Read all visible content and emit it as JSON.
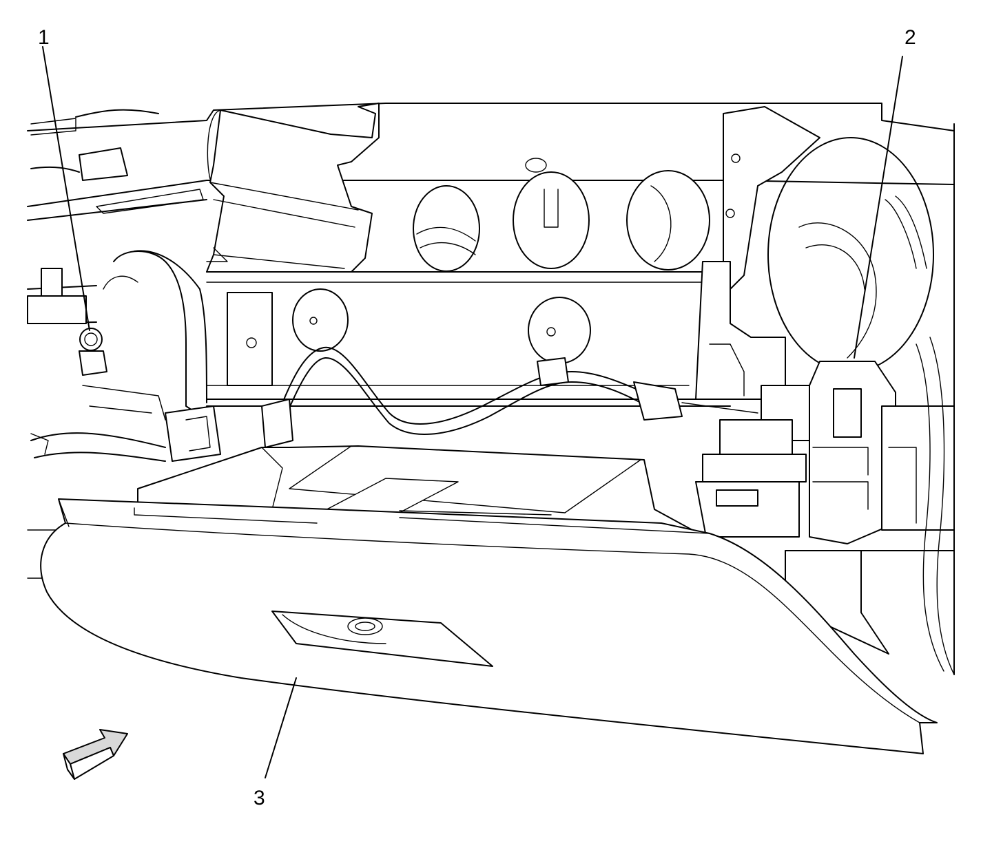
{
  "callouts": [
    {
      "id": "1",
      "label": "1"
    },
    {
      "id": "2",
      "label": "2"
    },
    {
      "id": "3",
      "label": "3"
    }
  ],
  "icons": {
    "view_arrow": "view-direction-arrow-icon"
  },
  "colors": {
    "line": "#000000",
    "background": "#ffffff",
    "arrow_fill": "#d9d9d9"
  }
}
